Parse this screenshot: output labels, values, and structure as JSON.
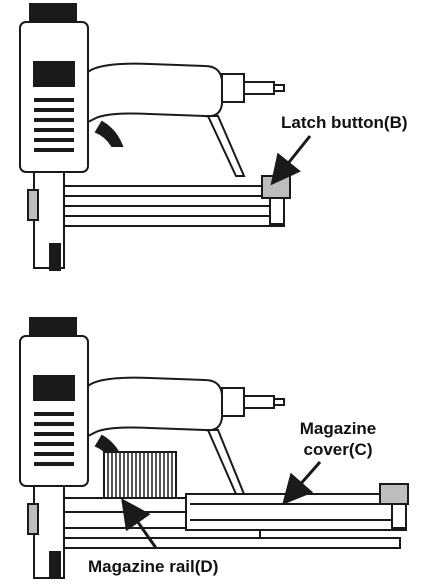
{
  "figure": {
    "top": {
      "callout": "Latch button(B)"
    },
    "bottom": {
      "callout_cover": "Magazine cover(C)",
      "callout_rail": "Magazine rail(D)"
    }
  },
  "colors": {
    "line": "#1a1a1a",
    "fill_dark": "#1a1a1a",
    "fill_mid": "#bdbdbd",
    "fill_light": "#ffffff"
  }
}
